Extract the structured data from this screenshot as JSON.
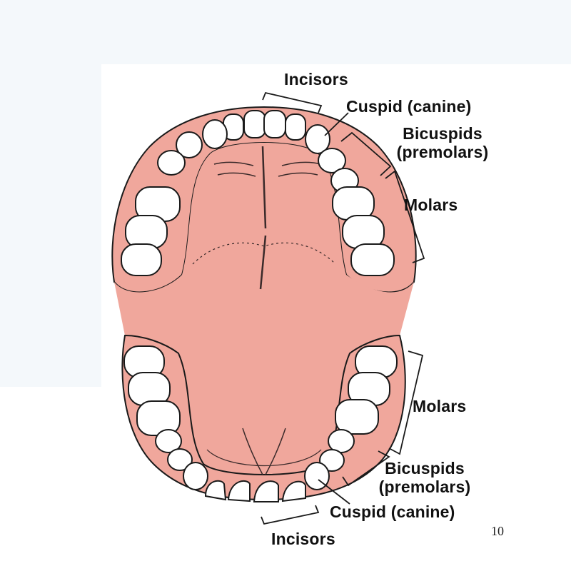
{
  "labels": {
    "upper_incisors": "Incisors",
    "upper_cuspid": "Cuspid (canine)",
    "upper_bicuspids_line1": "Bicuspids",
    "upper_bicuspids_line2": "(premolars)",
    "upper_molars": "Molars",
    "lower_molars": "Molars",
    "lower_bicuspids_line1": "Bicuspids",
    "lower_bicuspids_line2": "(premolars)",
    "lower_cuspid": "Cuspid (canine)",
    "lower_incisors": "Incisors"
  },
  "page_number": "10",
  "colors": {
    "gum": "#f0a79c",
    "tooth": "#ffffff",
    "outline": "#1a1a1a",
    "background": "#f4f8fb"
  }
}
